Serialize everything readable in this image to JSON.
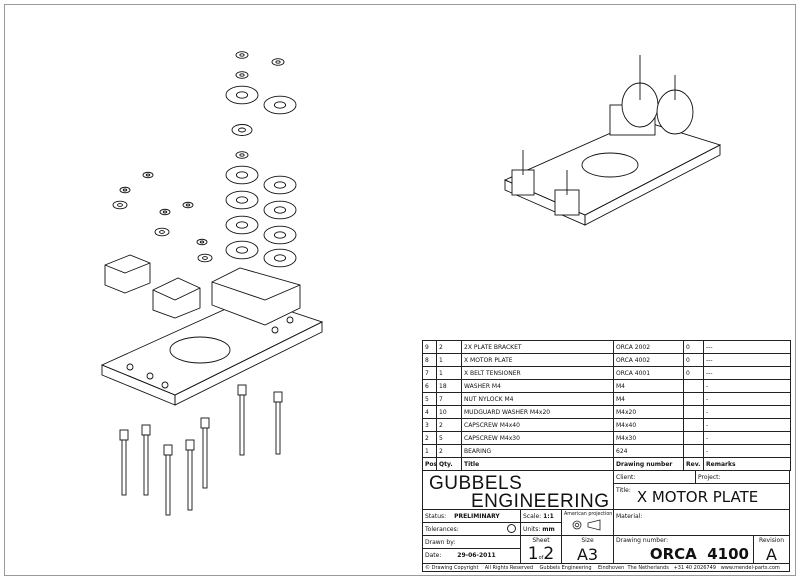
{
  "bom": {
    "headers": [
      "Pos",
      "Qty.",
      "Title",
      "Drawing number",
      "Rev.",
      "Remarks"
    ],
    "rows": [
      [
        "9",
        "2",
        "2X PLATE BRACKET",
        "ORCA 2002",
        "0",
        "---"
      ],
      [
        "8",
        "1",
        "X MOTOR PLATE",
        "ORCA 4002",
        "0",
        "---"
      ],
      [
        "7",
        "1",
        "X BELT TENSIONER",
        "ORCA 4001",
        "0",
        "---"
      ],
      [
        "6",
        "18",
        "WASHER M4",
        "M4",
        "",
        "-"
      ],
      [
        "5",
        "7",
        "NUT NYLOCK M4",
        "M4",
        "",
        "-"
      ],
      [
        "4",
        "10",
        "MUDGUARD WASHER M4x20",
        "M4x20",
        "",
        "-"
      ],
      [
        "3",
        "2",
        "CAPSCREW M4x40",
        "M4x40",
        "",
        "-"
      ],
      [
        "2",
        "5",
        "CAPSCREW M4x30",
        "M4x30",
        "",
        "-"
      ],
      [
        "1",
        "2",
        "BEARING",
        "624",
        "",
        "-"
      ]
    ]
  },
  "title_block": {
    "company_line1": "GUBBELS",
    "company_line2": "ENGINEERING",
    "client_label": "Client:",
    "project_label": "Project:",
    "title_label": "Title:",
    "title": "X MOTOR PLATE",
    "status_label": "Status:",
    "status": "PRELIMINARY",
    "scale_label": "Scale:",
    "scale": "1:1",
    "projection_label": "American projection",
    "material_label": "Material:",
    "tolerances_label": "Tolerances:",
    "units_label": "Units:",
    "units": "mm",
    "drawn_by_label": "Drawn by:",
    "date_label": "Date:",
    "date": "29-06-2011",
    "sheet_label": "Sheet",
    "sheet": "1",
    "sheet_of": "of",
    "sheet_total": "2",
    "size_label": "Size",
    "size": "A3",
    "drawing_number_label": "Drawing number:",
    "drawing_number": "ORCA  4100",
    "revision_label": "Revision",
    "revision": "A",
    "copyright": "© Drawing Copyright    All Rights Reserved    Gubbels Engineering    Eindhoven  The Netherlands   +31 40 2026749   www.mendel-parts.com"
  }
}
